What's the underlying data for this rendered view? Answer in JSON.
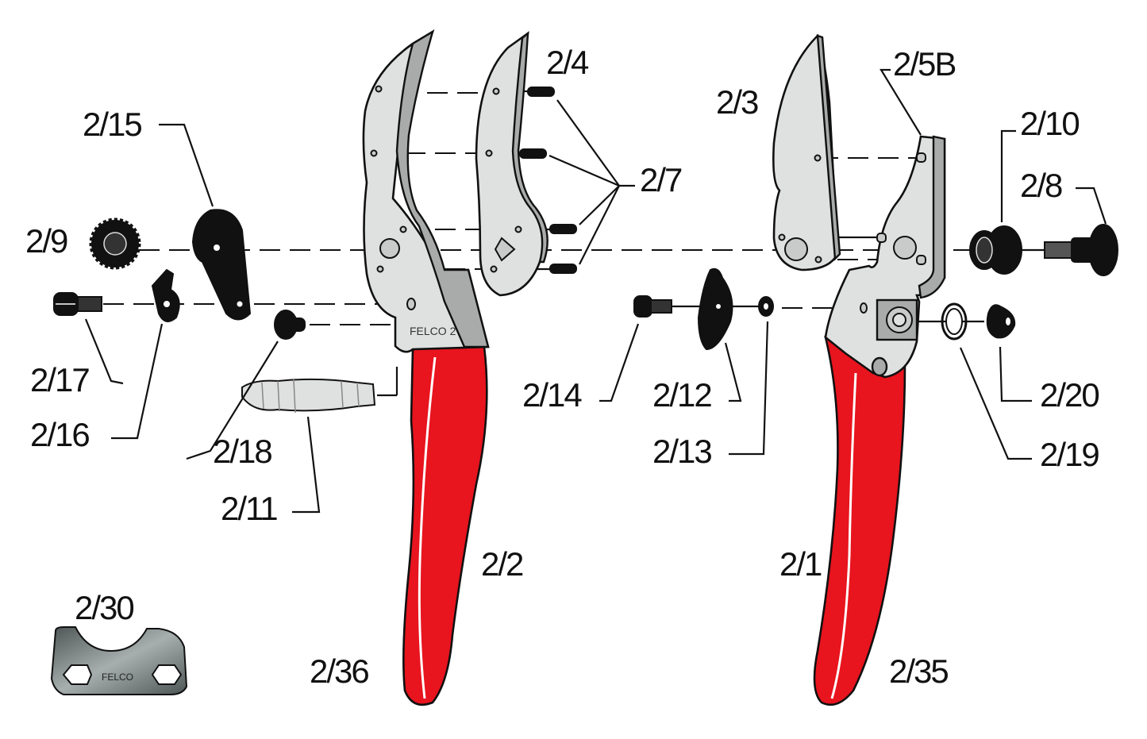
{
  "diagram": {
    "title": "FELCO 2 exploded parts diagram",
    "brand_marks": {
      "handle_stamp": "FELCO 2",
      "wrench_stamp": "FELCO"
    },
    "colors": {
      "handle_red": "#e8141e",
      "steel_light": "#dfe0e0",
      "steel_dark": "#a9abab",
      "parts_black": "#111111",
      "background": "#ffffff"
    },
    "labels": {
      "p2_1": "2/1",
      "p2_2": "2/2",
      "p2_3": "2/3",
      "p2_4": "2/4",
      "p2_5B": "2/5B",
      "p2_7": "2/7",
      "p2_8": "2/8",
      "p2_9": "2/9",
      "p2_10": "2/10",
      "p2_11": "2/11",
      "p2_12": "2/12",
      "p2_13": "2/13",
      "p2_14": "2/14",
      "p2_15": "2/15",
      "p2_16": "2/16",
      "p2_17": "2/17",
      "p2_18": "2/18",
      "p2_19": "2/19",
      "p2_20": "2/20",
      "p2_30": "2/30",
      "p2_35": "2/35",
      "p2_36": "2/36"
    },
    "parts": [
      {
        "id": "2/1",
        "part": "lower handle with red grip"
      },
      {
        "id": "2/2",
        "part": "upper handle with red grip"
      },
      {
        "id": "2/3",
        "part": "cutting blade"
      },
      {
        "id": "2/4",
        "part": "anvil blade"
      },
      {
        "id": "2/5B",
        "part": "pins on lower handle"
      },
      {
        "id": "2/7",
        "part": "anvil blade rivets (4)"
      },
      {
        "id": "2/8",
        "part": "bolt"
      },
      {
        "id": "2/9",
        "part": "notched nut"
      },
      {
        "id": "2/10",
        "part": "bushing"
      },
      {
        "id": "2/11",
        "part": "spring"
      },
      {
        "id": "2/12",
        "part": "catch"
      },
      {
        "id": "2/13",
        "part": "washer"
      },
      {
        "id": "2/14",
        "part": "catch screw"
      },
      {
        "id": "2/15",
        "part": "nut-locking plate"
      },
      {
        "id": "2/16",
        "part": "adjustment lever"
      },
      {
        "id": "2/17",
        "part": "screw"
      },
      {
        "id": "2/18",
        "part": "spring seat"
      },
      {
        "id": "2/19",
        "part": "shock absorber ring"
      },
      {
        "id": "2/20",
        "part": "shock absorber"
      },
      {
        "id": "2/30",
        "part": "key / wrench"
      },
      {
        "id": "2/35",
        "part": "lower grip covering"
      },
      {
        "id": "2/36",
        "part": "upper grip covering"
      }
    ]
  }
}
